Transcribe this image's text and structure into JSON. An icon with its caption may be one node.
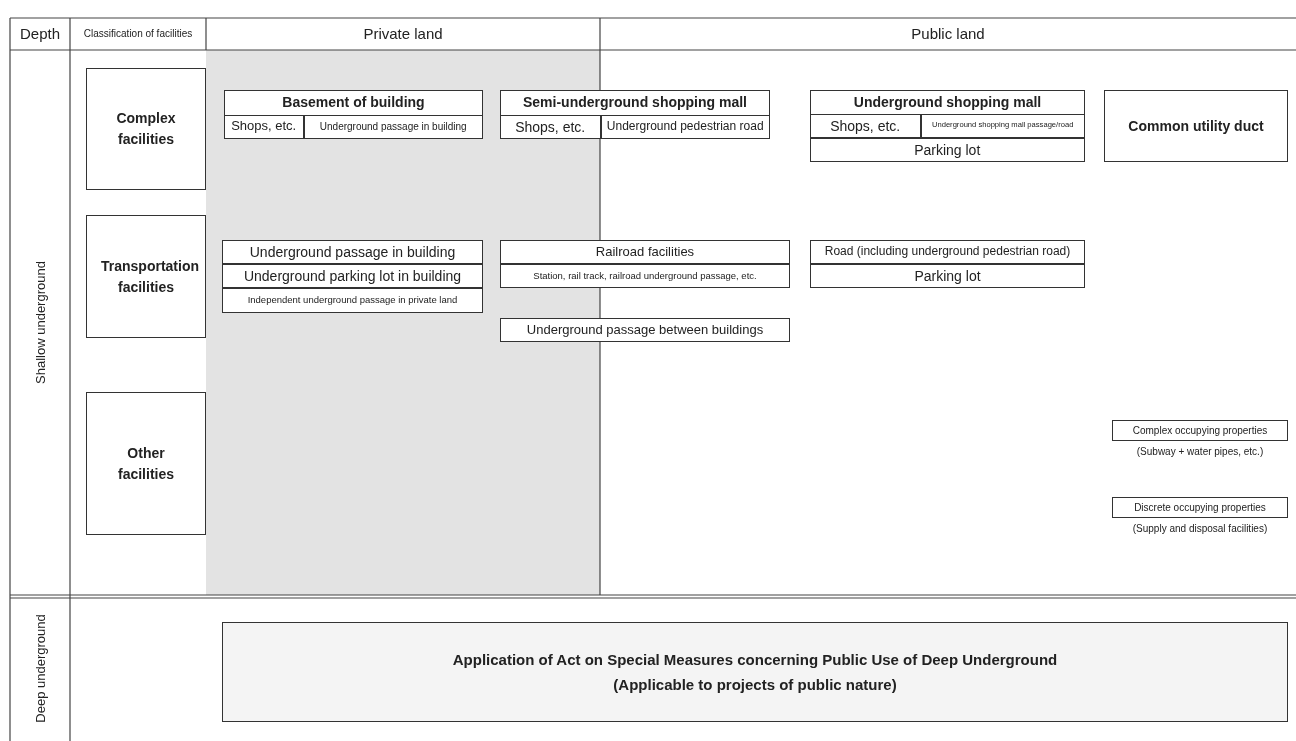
{
  "diagram": {
    "nodes": [
      {
        "text": [
          "Complex facilities"
        ]
      },
      {
        "text": [
          "Transportation facilities"
        ]
      },
      {
        "text": [
          "Other facilities"
        ]
      },
      {
        "text": [
          "Basement of building"
        ]
      },
      {
        "text": [
          "Shops, etc."
        ],
        "in": 3
      },
      {
        "text": [
          "Underground passage in building"
        ],
        "in": 3
      },
      {
        "text": [
          "Semi-underground shopping mall"
        ]
      },
      {
        "text": [
          "Shops, etc."
        ],
        "in": 6
      },
      {
        "text": [
          "Underground pedestrian road"
        ],
        "in": 6
      },
      {
        "text": [
          "Underground shopping mall"
        ]
      },
      {
        "text": [
          "Shops, etc."
        ],
        "in": 9
      },
      {
        "text": [
          "Underground shopping mall passage/road"
        ],
        "in": 9
      },
      {
        "text": [
          "Parking lot"
        ],
        "in": 9
      },
      {
        "text": [
          "Common utility duct"
        ]
      },
      {
        "text": [
          "Underground passage in building"
        ]
      },
      {
        "text": [
          "Underground parking lot in building"
        ]
      },
      {
        "text": [
          "Independent underground passage in private land"
        ]
      },
      {
        "text": [
          "Railroad facilities"
        ]
      },
      {
        "text": [
          "Station, rail track, railroad underground passage, etc."
        ]
      },
      {
        "text": [
          "Underground passage between buildings"
        ]
      },
      {
        "text": [
          "Road (including underground pedestrian road)"
        ]
      },
      {
        "text": [
          "Parking lot"
        ]
      },
      {
        "text": [
          "Complex occupying properties"
        ],
        "beside": [
          "(Subway + water pipes, etc.)"
        ]
      },
      {
        "text": [
          "Discrete occupying properties"
        ],
        "beside": [
          "(Supply and disposal facilities)"
        ]
      },
      {
        "text": [
          "Application of Act on Special Measures concerning Public Use of Deep Underground",
          "(Applicable to projects of public nature)"
        ]
      }
    ],
    "labels": [
      "Depth",
      "Classification of facilities",
      "Private land",
      "Public land",
      "Shallow underground",
      "Deep underground"
    ]
  }
}
